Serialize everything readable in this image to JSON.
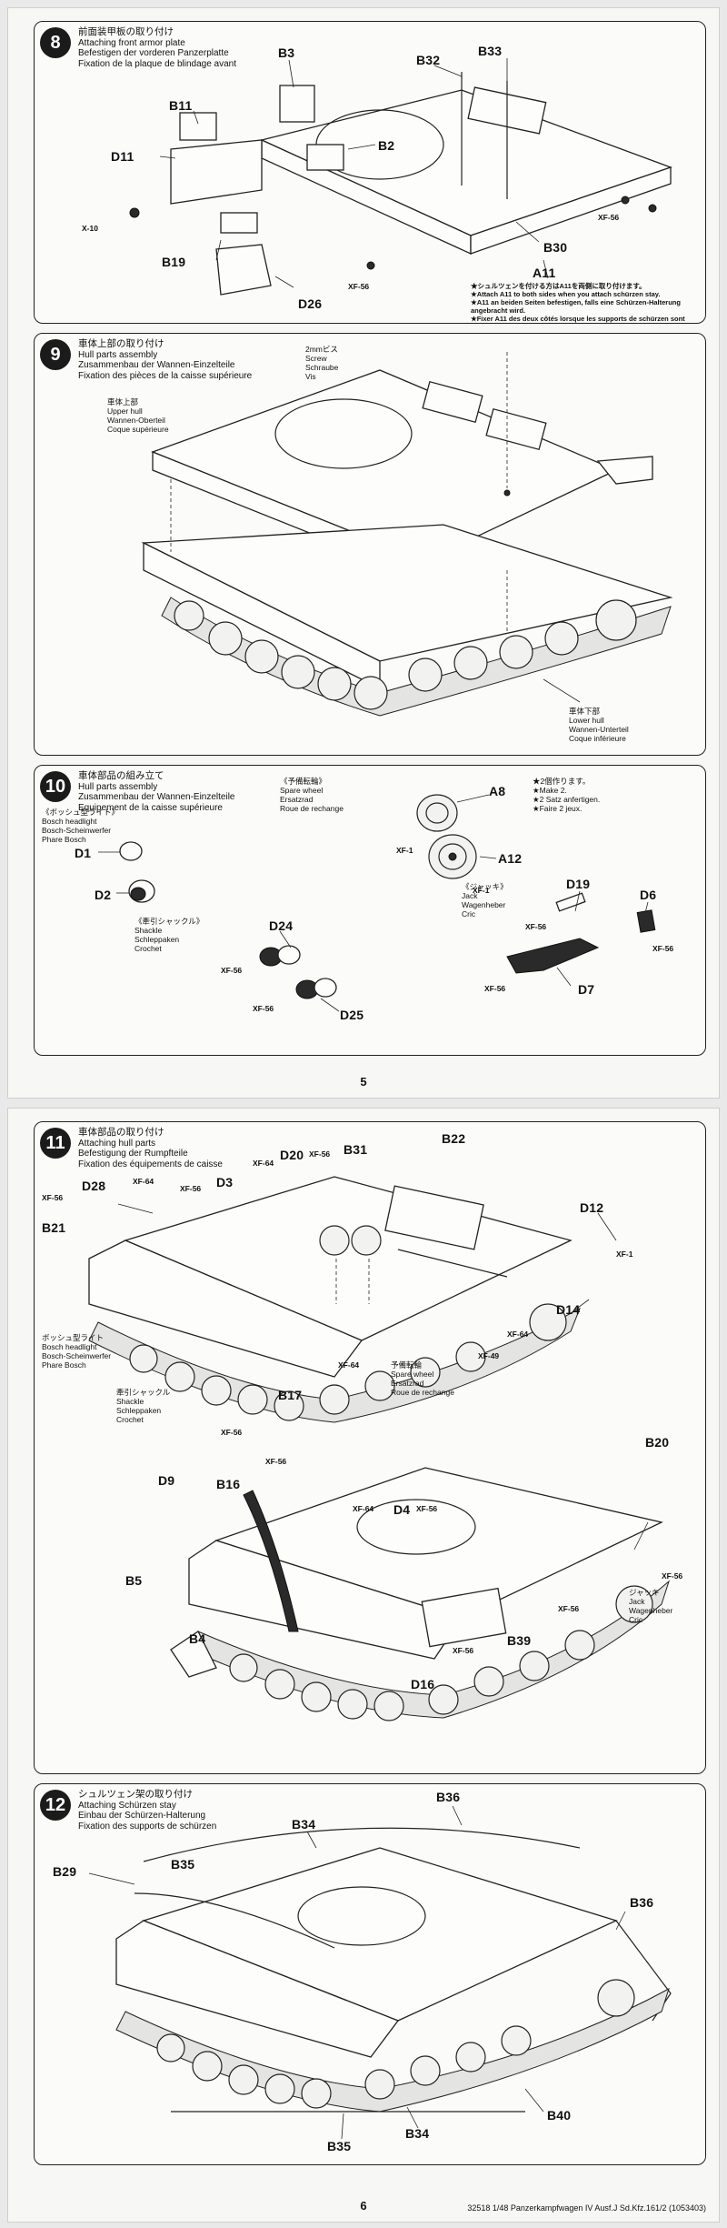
{
  "pages": [
    {
      "page_number": "5",
      "steps": [
        {
          "number": "8",
          "title": [
            "前面装甲板の取り付け",
            "Attaching front armor plate",
            "Befestigen der vorderen Panzerplatte",
            "Fixation de la plaque de blindage avant"
          ],
          "labels": {
            "b3": "B3",
            "b32": "B32",
            "b33": "B33",
            "b11": "B11",
            "b2": "B2",
            "d11": "D11",
            "x10": "X-10",
            "b19": "B19",
            "b30": "B30",
            "xf56_a": "XF-56",
            "xf56_b": "XF-56",
            "d26": "D26",
            "a11": "A11"
          },
          "note": [
            "★シュルツェンを付ける方はA11を両側に取り付けます。",
            "★Attach A11 to both sides when you attach schürzen stay.",
            "★A11 an beiden Seiten befestigen, falls eine Schürzen-Halterung angebracht wird.",
            "★Fixer A11 des deux côtés lorsque les supports de schürzen sont installés."
          ]
        },
        {
          "number": "9",
          "title": [
            "車体上部の取り付け",
            "Hull parts assembly",
            "Zusammenbau der Wannen-Einzelteile",
            "Fixation des pièces de la caisse supérieure"
          ],
          "upper_hull": [
            "車体上部",
            "Upper hull",
            "Wannen-Oberteil",
            "Coque supérieure"
          ],
          "screw": [
            "2mmビス",
            "Screw",
            "Schraube",
            "Vis"
          ],
          "lower_hull": [
            "車体下部",
            "Lower hull",
            "Wannen-Unterteil",
            "Coque inférieure"
          ]
        },
        {
          "number": "10",
          "title": [
            "車体部品の組み立て",
            "Hull parts assembly",
            "Zusammenbau der Wannen-Einzelteile",
            "Equipement de la caisse supérieure"
          ],
          "spare_wheel": [
            "《予備転輪》",
            "Spare wheel",
            "Ersatzrad",
            "Roue de rechange"
          ],
          "make2": [
            "★2個作ります。",
            "★Make 2.",
            "★2 Satz anfertigen.",
            "★Faire 2 jeux."
          ],
          "bosch": [
            "《ボッシュ型ライト》",
            "Bosch headlight",
            "Bosch-Scheinwerfer",
            "Phare Bosch"
          ],
          "shackle": [
            "《牽引シャックル》",
            "Shackle",
            "Schleppaken",
            "Crochet"
          ],
          "jack": [
            "《ジャッキ》",
            "Jack",
            "Wagenheber",
            "Cric"
          ],
          "labels": {
            "a8": "A8",
            "a12": "A12",
            "xf1_a": "XF-1",
            "xf1_b": "XF-1",
            "d1": "D1",
            "d2": "D2",
            "d19": "D19",
            "d6": "D6",
            "d7": "D7",
            "d24": "D24",
            "d25": "D25",
            "xf56_a": "XF-56",
            "xf56_b": "XF-56",
            "xf56_c": "XF-56",
            "xf56_d": "XF-56",
            "xf56_e": "XF-56"
          }
        }
      ]
    },
    {
      "page_number": "6",
      "footer": "32518 1/48 Panzerkampfwagen IV Ausf.J Sd.Kfz.161/2 (1053403)",
      "steps": [
        {
          "number": "11",
          "title": [
            "車体部品の取り付け",
            "Attaching hull parts",
            "Befestigung der Rumpfteile",
            "Fixation des équipements de caisse"
          ],
          "labels": {
            "d20": "D20",
            "b31": "B31",
            "b22": "B22",
            "d28": "D28",
            "d3": "D3",
            "b21": "B21",
            "d12": "D12",
            "d14": "D14",
            "b17": "B17",
            "b16": "B16",
            "d9": "D9",
            "d4": "D4",
            "b20": "B20",
            "b5": "B5",
            "b4": "B4",
            "b39": "B39",
            "d16": "D16",
            "xf64_a": "XF-64",
            "xf64_b": "XF-64",
            "xf64_c": "XF-64",
            "xf64_d": "XF-64",
            "xf64_e": "XF-64",
            "xf56_a": "XF-56",
            "xf56_b": "XF-56",
            "xf56_c": "XF-56",
            "xf56_d": "XF-56",
            "xf56_e": "XF-56",
            "xf56_f": "XF-56",
            "xf56_g": "XF-56",
            "xf56_h": "XF-56",
            "xf56_i": "XF-56",
            "xf1": "XF-1",
            "xf49": "XF-49"
          },
          "bosch": [
            "ボッシュ型ライト",
            "Bosch headlight",
            "Bosch-Scheinwerfer",
            "Phare Bosch"
          ],
          "shackle": [
            "牽引シャックル",
            "Shackle",
            "Schleppaken",
            "Crochet"
          ],
          "spare_wheel": [
            "予備転輪",
            "Spare wheel",
            "Ersatzrad",
            "Roue de rechange"
          ],
          "jack": [
            "ジャッキ",
            "Jack",
            "Wagenheber",
            "Cric"
          ]
        },
        {
          "number": "12",
          "title": [
            "シュルツェン架の取り付け",
            "Attaching Schürzen stay",
            "Einbau der Schürzen-Halterung",
            "Fixation des supports de schürzen"
          ],
          "labels": {
            "b36_a": "B36",
            "b34_a": "B34",
            "b35_a": "B35",
            "b29": "B29",
            "b36_b": "B36",
            "b40": "B40",
            "b34_b": "B34",
            "b35_b": "B35"
          }
        }
      ]
    }
  ]
}
